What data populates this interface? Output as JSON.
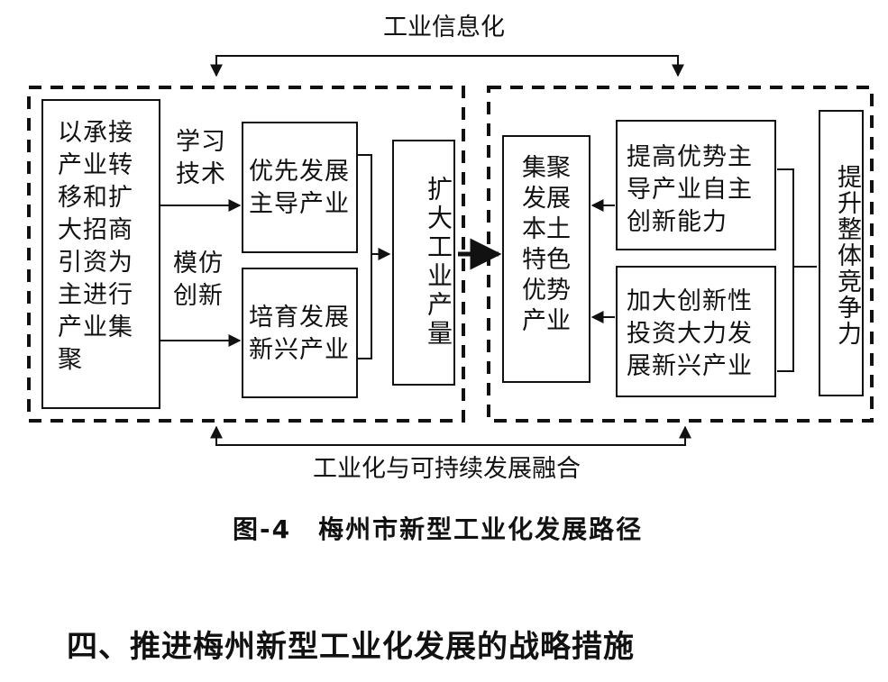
{
  "top_label": "工业信息化",
  "bottom_label": "工业化与可持续发展融合",
  "left_group": {
    "main_box": [
      "以承接",
      "产业转",
      "移和扩",
      "大招商",
      "引资为",
      "主进行",
      "产业集",
      "聚"
    ],
    "label_top": [
      "学习",
      "技术"
    ],
    "label_bottom": [
      "模仿",
      "创新"
    ],
    "box_top": [
      "优先发展",
      "主导产业"
    ],
    "box_bottom": [
      "培育发展",
      "新兴产业"
    ],
    "output_box": "扩大工业产量"
  },
  "right_group": {
    "cluster_box": [
      "集聚",
      "发展",
      "本土",
      "特色",
      "优势",
      "产业"
    ],
    "box_top": [
      "提高优势主",
      "导产业自主",
      "创新能力"
    ],
    "box_bottom": [
      "加大创新性",
      "投资大力发",
      "展新兴产业"
    ],
    "output_box": "提升整体竞争力"
  },
  "figure_caption": "图-4　梅州市新型工业化发展路径",
  "section_heading": "四、推进梅州新型工业化发展的战略措施"
}
